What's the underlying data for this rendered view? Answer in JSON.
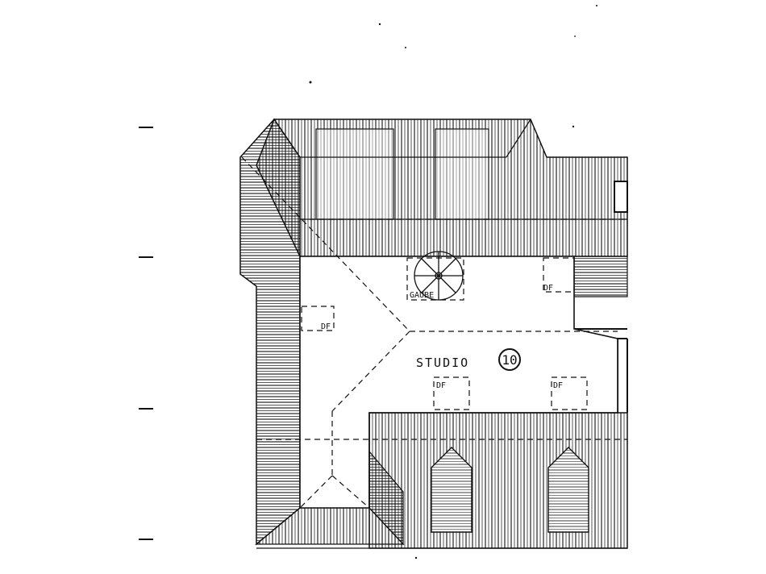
{
  "room": {
    "name": "STUDIO",
    "number": "10"
  },
  "labels": {
    "gaube": "GAUBE",
    "df": "DF"
  },
  "colors": {
    "ink": "#111111",
    "paper": "#ffffff"
  }
}
